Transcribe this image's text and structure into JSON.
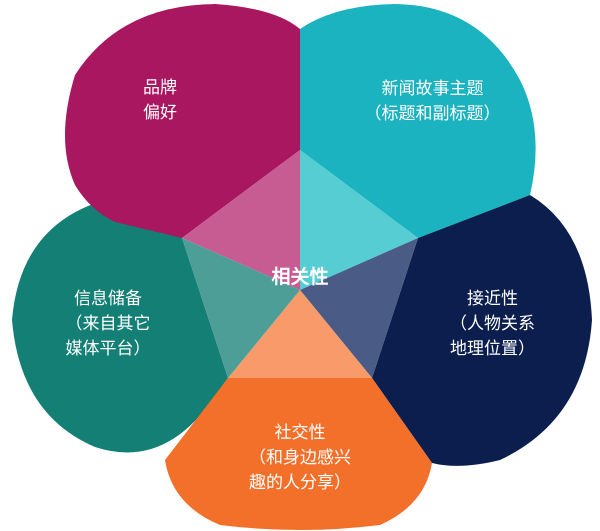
{
  "center": {
    "label": "相关性"
  },
  "petals": [
    {
      "id": "brand",
      "lines": [
        "品牌",
        "偏好"
      ],
      "color": "#A8175F"
    },
    {
      "id": "news",
      "lines": [
        "新闻故事主题",
        "（标题和副标题）"
      ],
      "color": "#1CB3C0"
    },
    {
      "id": "near",
      "lines": [
        "接近性",
        "（人物关系",
        "地理位置）"
      ],
      "color": "#0C1E4E"
    },
    {
      "id": "social",
      "lines": [
        "社交性",
        "（和身边感兴",
        "趣的人分享）"
      ],
      "color": "#F3702B"
    },
    {
      "id": "info",
      "lines": [
        "信息储备",
        "（来自其它",
        "媒体平台）"
      ],
      "color": "#137F75"
    }
  ],
  "center_colors": {
    "brand": "#C75C92",
    "news": "#55CDD2",
    "near": "#4A5C85",
    "social": "#F89A6A",
    "info": "#4C9E97"
  }
}
